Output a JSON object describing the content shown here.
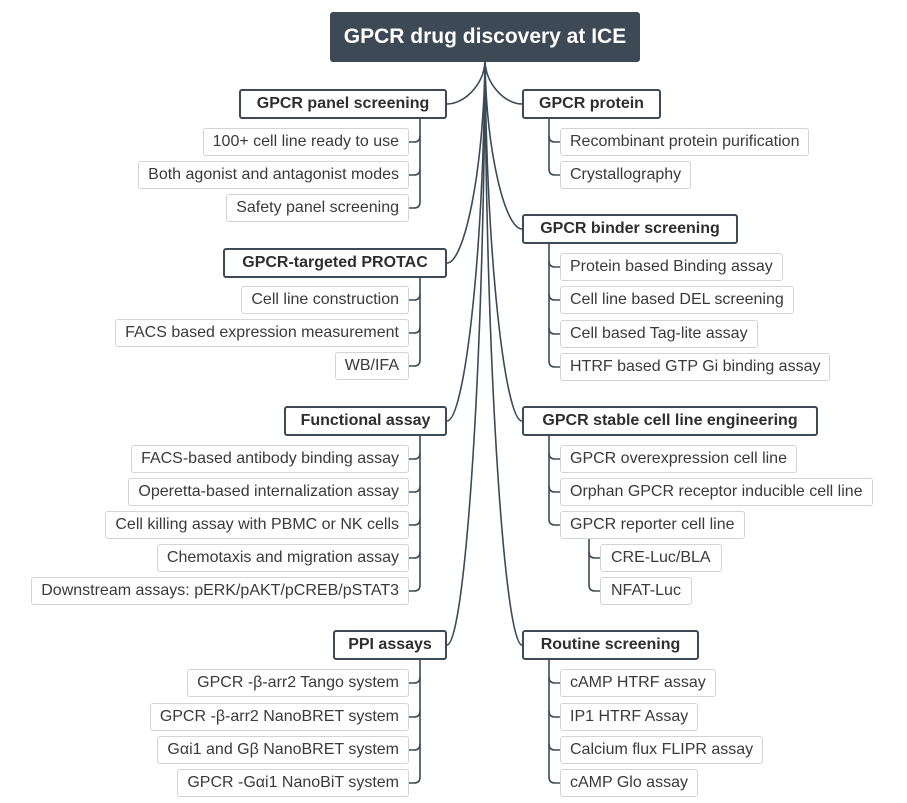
{
  "title": "GPCR drug discovery at ICE",
  "branches": [
    {
      "id": "panel",
      "label": "GPCR panel screening",
      "items": [
        "100+ cell line ready to use",
        "Both agonist and antagonist modes",
        "Safety panel screening"
      ]
    },
    {
      "id": "protac",
      "label": "GPCR-targeted PROTAC",
      "items": [
        "Cell line construction",
        "FACS based expression measurement",
        "WB/IFA"
      ]
    },
    {
      "id": "functional",
      "label": "Functional assay",
      "items": [
        "FACS-based antibody binding assay",
        "Operetta-based internalization assay",
        "Cell killing assay with PBMC or NK cells",
        "Chemotaxis and migration assay",
        "Downstream assays: pERK/pAKT/pCREB/pSTAT3"
      ]
    },
    {
      "id": "ppi",
      "label": "PPI assays",
      "items": [
        "GPCR -β-arr2 Tango system",
        "GPCR -β-arr2 NanoBRET system",
        "Gαi1 and Gβ NanoBRET system",
        "GPCR -Gαi1 NanoBiT system"
      ]
    },
    {
      "id": "protein",
      "label": "GPCR protein",
      "items": [
        "Recombinant protein purification",
        "Crystallography"
      ]
    },
    {
      "id": "binder",
      "label": "GPCR binder screening",
      "items": [
        "Protein based Binding assay",
        "Cell line based DEL screening",
        "Cell based Tag-lite assay",
        "HTRF based GTP Gi binding assay"
      ]
    },
    {
      "id": "stable",
      "label": "GPCR stable cell line engineering",
      "items": [
        "GPCR overexpression cell line",
        "Orphan GPCR receptor inducible cell line",
        "GPCR reporter cell line"
      ],
      "subitems": [
        "CRE-Luc/BLA",
        "NFAT-Luc"
      ]
    },
    {
      "id": "routine",
      "label": "Routine screening",
      "items": [
        "cAMP HTRF assay",
        "IP1 HTRF Assay",
        "Calcium flux FLIPR assay",
        "cAMP Glo assay"
      ]
    }
  ],
  "colors": {
    "root_fill": "#3d4a55",
    "line": "#3d4a55",
    "leaf_border": "#d4d4d4"
  }
}
